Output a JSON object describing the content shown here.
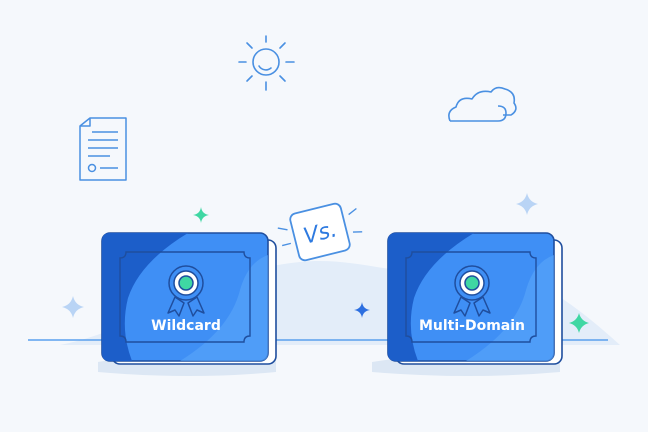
{
  "cards": [
    {
      "label": "Wildcard"
    },
    {
      "label": "Multi-Domain"
    }
  ],
  "vs_badge": {
    "text": "Vs."
  },
  "icons": [
    "sun-icon",
    "cloud-icon",
    "document-icon",
    "sparkle-icon",
    "award-ribbon-icon"
  ],
  "colors": {
    "background": "#f5f8fc",
    "card_blue": "#3f8ff5",
    "card_dark": "#1c5ec9",
    "outline": "#1f4e9e",
    "line_art": "#4a90e2",
    "accent_green": "#3fd7a3"
  }
}
